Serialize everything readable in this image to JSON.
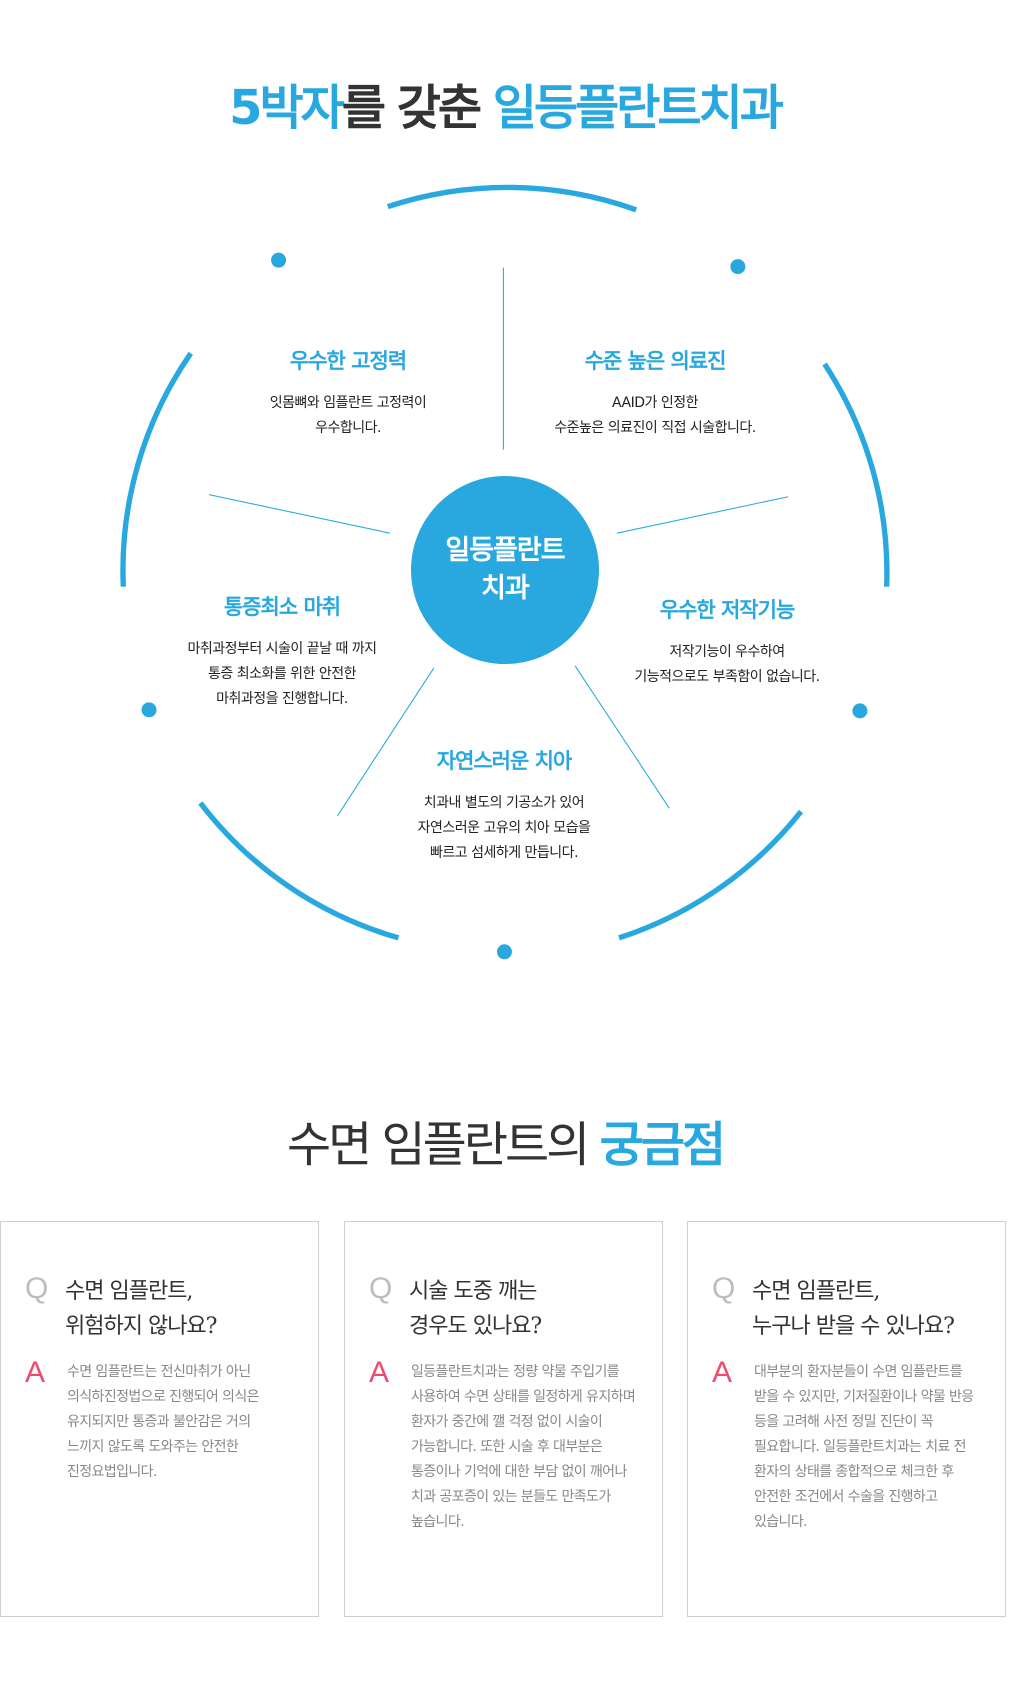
{
  "section1": {
    "title_part1": "5박자",
    "title_part2": "를 갖춘 ",
    "title_part3": "일등플란트치과",
    "hub_line1": "일등플란트",
    "hub_line2": "치과",
    "features": [
      {
        "title": "우수한 고정력",
        "lines": [
          "잇몸뼈와 임플란트 고정력이",
          "우수합니다."
        ]
      },
      {
        "title": "수준 높은 의료진",
        "lines": [
          "AAID가 인정한",
          "수준높은 의료진이 직접 시술합니다."
        ]
      },
      {
        "title": "통증최소 마취",
        "lines": [
          "마취과정부터 시술이 끝날 때 까지",
          "통증 최소화를 위한 안전한",
          "마취과정을 진행합니다."
        ]
      },
      {
        "title": "우수한 저작기능",
        "lines": [
          "저작기능이 우수하여",
          "기능적으로도 부족함이 없습니다."
        ]
      },
      {
        "title": "자연스러운 치아",
        "lines": [
          "치과내 별도의 기공소가 있어",
          "자연스러운 고유의 치아 모습을",
          "빠르고 섬세하게 만듭니다."
        ]
      }
    ],
    "accent_color": "#29a8e0"
  },
  "section2": {
    "title_part1": "수면 임플란트의 ",
    "title_part2": "궁금점",
    "q_mark": "Q",
    "a_mark": "A",
    "cards": [
      {
        "q": [
          "수면 임플란트,",
          "위험하지 않나요?"
        ],
        "a": [
          "수면 임플란트는 전신마취가 아닌",
          "의식하진정법으로 진행되어 의식은",
          "유지되지만 통증과 불안감은 거의",
          "느끼지 않도록 도와주는 안전한",
          "진정요법입니다."
        ]
      },
      {
        "q": [
          "시술 도중 깨는",
          "경우도 있나요?"
        ],
        "a": [
          "일등플란트치과는 정량 약물 주입기를",
          "사용하여 수면 상태를 일정하게 유지하며",
          "환자가 중간에 깰 걱정 없이 시술이",
          "가능합니다. 또한 시술 후 대부분은",
          "통증이나 기억에 대한 부담 없이 깨어나",
          "치과 공포증이 있는 분들도 만족도가",
          "높습니다."
        ]
      },
      {
        "q": [
          "수면 임플란트,",
          "누구나 받을 수 있나요?"
        ],
        "a": [
          "대부분의 환자분들이 수면 임플란트를",
          "받을 수 있지만, 기저질환이나 약물 반응",
          "등을 고려해 사전 정밀 진단이 꼭",
          "필요합니다. 일등플란트치과는 치료 전",
          "환자의 상태를 종합적으로 체크한 후",
          "안전한 조건에서 수술을 진행하고",
          "있습니다."
        ]
      }
    ],
    "a_color": "#f04a6d"
  }
}
